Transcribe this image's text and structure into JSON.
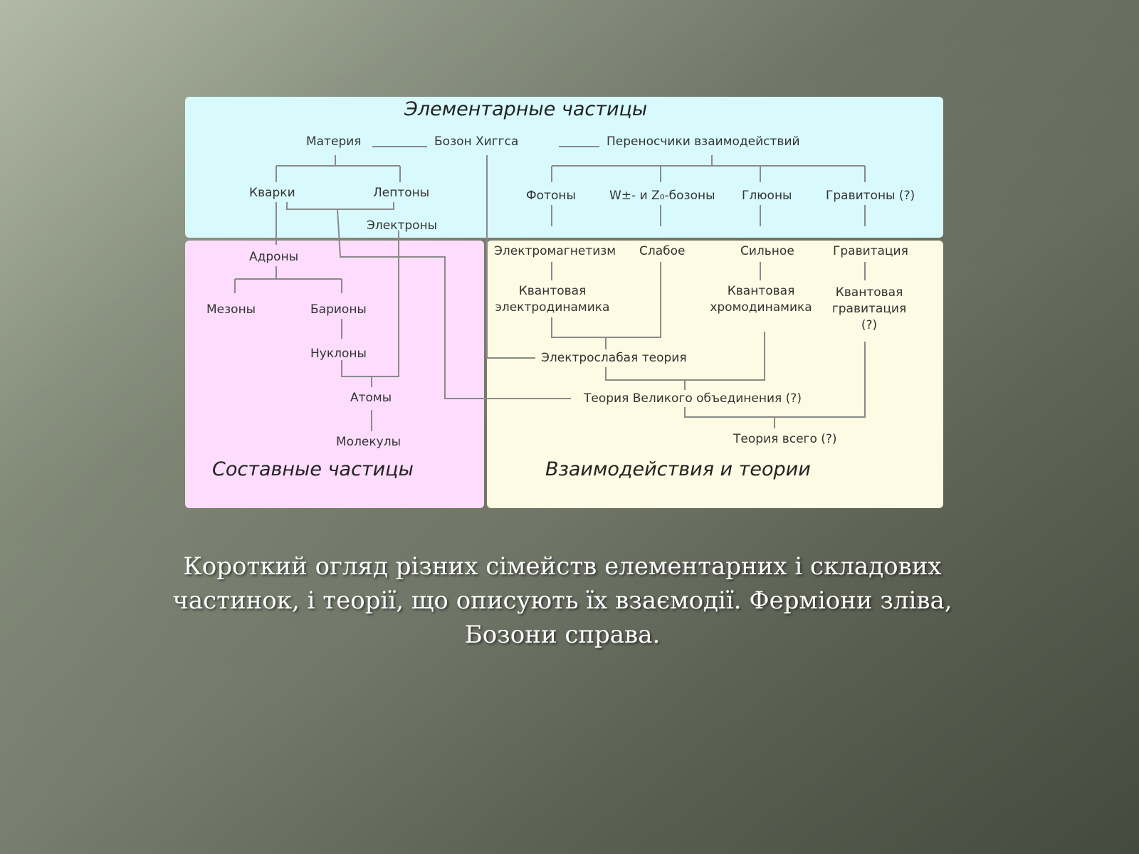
{
  "diagram": {
    "regions": {
      "top_title": "Элементарные частицы",
      "left_title": "Составные частицы",
      "right_title": "Взаимодействия и теории"
    },
    "nodes": {
      "materia": "Материя",
      "higgs": "Бозон Хиггса",
      "carriers": "Переносчики взаимодействий",
      "quarks": "Кварки",
      "leptons": "Лептоны",
      "electrons": "Электроны",
      "photons": "Фотоны",
      "wz": "W±- и Z₀-бозоны",
      "gluons": "Глюоны",
      "gravitons": "Гравитоны (?)",
      "hadrons": "Адроны",
      "mesons": "Мезоны",
      "baryons": "Барионы",
      "nucleons": "Нуклоны",
      "atoms": "Атомы",
      "molecules": "Молекулы",
      "em": "Электромагнетизм",
      "weak": "Слабое",
      "strong": "Сильное",
      "gravitation": "Гравитация",
      "qed": "Квантовая электродинамика",
      "qcd": "Квантовая хромодинамика",
      "qgrav": "Квантовая гравитация (?)",
      "electroweak": "Электрослабая теория",
      "gut": "Теория Великого объединения (?)",
      "toe": "Теория всего (?)"
    }
  },
  "caption": "Короткий огляд різних сімейств елементарних і складових частинок, і теорії, що описують їх взаємодії. Ферміони зліва, Бозони справа."
}
